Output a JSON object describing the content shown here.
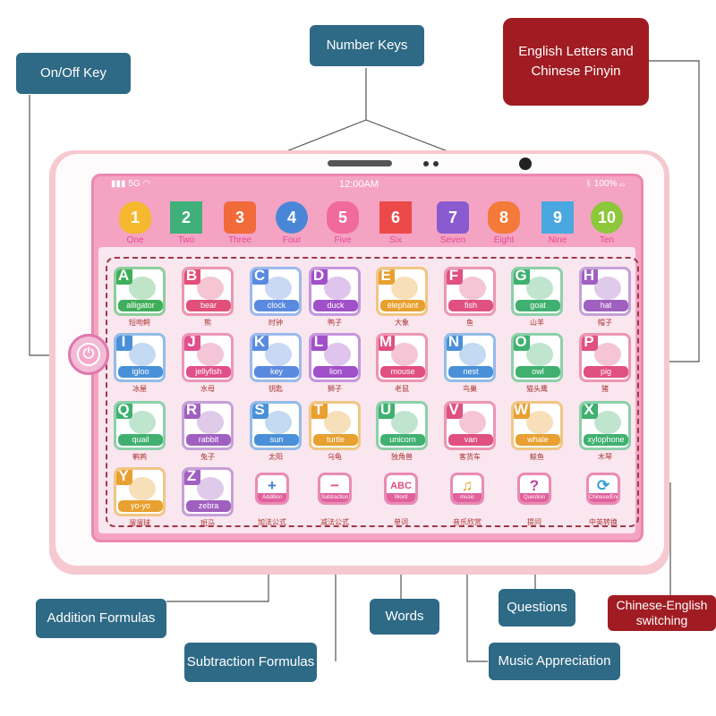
{
  "callouts": {
    "number_keys": "Number Keys",
    "on_off_key": "On/Off Key",
    "english_letters_line1": "English Letters and",
    "english_letters_line2": "Chinese Pinyin",
    "addition_formulas": "Addition Formulas",
    "subtraction_formulas": "Subtraction Formulas",
    "words": "Words",
    "questions": "Questions",
    "music_appreciation": "Music Appreciation",
    "chinese_english_line1": "Chinese-English",
    "chinese_english_line2": "switching"
  },
  "status_bar": {
    "signal": "5G",
    "time": "12:00AM",
    "battery": "100%"
  },
  "number_keys": [
    {
      "digit": "1",
      "label": "One",
      "color": "#f5b82e"
    },
    {
      "digit": "2",
      "label": "Two",
      "color": "#3fb07a"
    },
    {
      "digit": "3",
      "label": "Three",
      "color": "#f06a3a"
    },
    {
      "digit": "4",
      "label": "Four",
      "color": "#4a86d8"
    },
    {
      "digit": "5",
      "label": "Five",
      "color": "#f06a9a"
    },
    {
      "digit": "6",
      "label": "Six",
      "color": "#ec4a4a"
    },
    {
      "digit": "7",
      "label": "Seven",
      "color": "#8a5ad0"
    },
    {
      "digit": "8",
      "label": "Eight",
      "color": "#f47a3a"
    },
    {
      "digit": "9",
      "label": "Nine",
      "color": "#4aa8e0"
    },
    {
      "digit": "10",
      "label": "Ten",
      "color": "#8cc83a"
    }
  ],
  "letter_keys": [
    {
      "letter": "A",
      "word": "alligator",
      "cn": "短吻鳄",
      "color": "#3fae5a"
    },
    {
      "letter": "B",
      "word": "bear",
      "cn": "熊",
      "color": "#e0507a"
    },
    {
      "letter": "C",
      "word": "clock",
      "cn": "时钟",
      "color": "#5a8ae0"
    },
    {
      "letter": "D",
      "word": "duck",
      "cn": "鸭子",
      "color": "#a050c8"
    },
    {
      "letter": "E",
      "word": "elephant",
      "cn": "大象",
      "color": "#e8a030"
    },
    {
      "letter": "F",
      "word": "fish",
      "cn": "鱼",
      "color": "#e05080"
    },
    {
      "letter": "G",
      "word": "goat",
      "cn": "山羊",
      "color": "#40b070"
    },
    {
      "letter": "H",
      "word": "hat",
      "cn": "帽子",
      "color": "#a060c0"
    },
    {
      "letter": "I",
      "word": "igloo",
      "cn": "冰屋",
      "color": "#4a90d8"
    },
    {
      "letter": "J",
      "word": "jellyfish",
      "cn": "水母",
      "color": "#e0508a"
    },
    {
      "letter": "K",
      "word": "key",
      "cn": "钥匙",
      "color": "#5a8ae0"
    },
    {
      "letter": "L",
      "word": "lion",
      "cn": "狮子",
      "color": "#a050c8"
    },
    {
      "letter": "M",
      "word": "mouse",
      "cn": "老鼠",
      "color": "#e05080"
    },
    {
      "letter": "N",
      "word": "nest",
      "cn": "鸟巢",
      "color": "#4a90d8"
    },
    {
      "letter": "O",
      "word": "owl",
      "cn": "猫头鹰",
      "color": "#40b070"
    },
    {
      "letter": "P",
      "word": "pig",
      "cn": "猪",
      "color": "#e05080"
    },
    {
      "letter": "Q",
      "word": "quail",
      "cn": "鹌鹑",
      "color": "#40b070"
    },
    {
      "letter": "R",
      "word": "rabbit",
      "cn": "兔子",
      "color": "#a060c0"
    },
    {
      "letter": "S",
      "word": "sun",
      "cn": "太阳",
      "color": "#4a90d8"
    },
    {
      "letter": "T",
      "word": "turtle",
      "cn": "乌龟",
      "color": "#e8a030"
    },
    {
      "letter": "U",
      "word": "unicorn",
      "cn": "独角兽",
      "color": "#40b070"
    },
    {
      "letter": "V",
      "word": "van",
      "cn": "客货车",
      "color": "#e05080"
    },
    {
      "letter": "W",
      "word": "whale",
      "cn": "鲸鱼",
      "color": "#e8a030"
    },
    {
      "letter": "X",
      "word": "xylophone",
      "cn": "木琴",
      "color": "#40b070"
    },
    {
      "letter": "Y",
      "word": "yo-yo",
      "cn": "溜溜球",
      "color": "#e8a030"
    },
    {
      "letter": "Z",
      "word": "zebra",
      "cn": "斑马",
      "color": "#a060c0"
    }
  ],
  "function_keys": [
    {
      "symbol": "+",
      "label": "Addition formula",
      "cn": "加法公式",
      "color": "#4a7ad8"
    },
    {
      "symbol": "−",
      "label": "Subtraction formula",
      "cn": "减法公式",
      "color": "#e05080"
    },
    {
      "symbol": "ABC",
      "label": "Word",
      "cn": "单词",
      "color": "#e05080"
    },
    {
      "symbol": "♫",
      "label": "music",
      "cn": "音乐欣赏",
      "color": "#e8a030"
    },
    {
      "symbol": "?",
      "label": "Question",
      "cn": "提问",
      "color": "#c040a0"
    },
    {
      "symbol": "⟳",
      "label": "Chinese/English conversion",
      "cn": "中英转换",
      "color": "#3aa0d0"
    }
  ],
  "power_symbol": "⏻",
  "colors": {
    "callout_blue": "#2e6a85",
    "callout_red": "#a01c22",
    "screen_pink": "#f4a3c3"
  }
}
